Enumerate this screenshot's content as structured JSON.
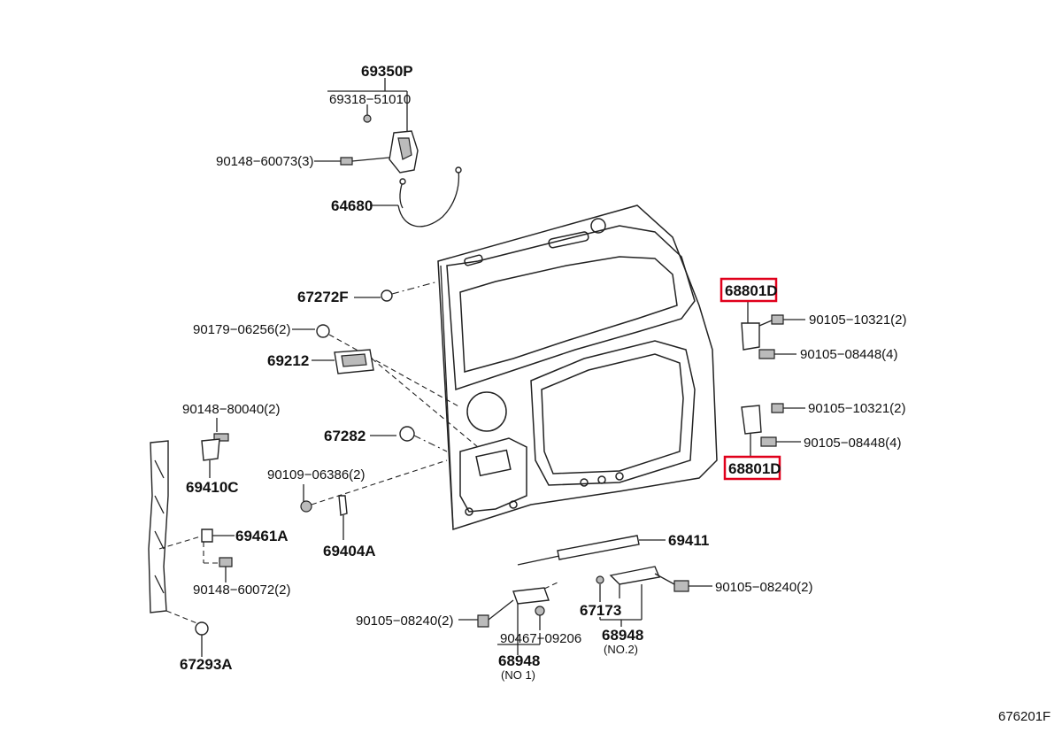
{
  "diagram_code": "676201F",
  "highlight_color": "#e0001b",
  "parts": {
    "p69350P": "69350P",
    "p69318": "69318−51010",
    "p90148_60073": "90148−60073(3)",
    "p64680": "64680",
    "p67272F": "67272F",
    "p90179": "90179−06256(2)",
    "p69212": "69212",
    "p90148_80040": "90148−80040(2)",
    "p67282": "67282",
    "p69410C": "69410C",
    "p90109": "90109−06386(2)",
    "p69461A": "69461A",
    "p69404A": "69404A",
    "p90148_60072": "90148−60072(2)",
    "p67293A": "67293A",
    "p68801D_top": "68801D",
    "p90105_10321_a": "90105−10321(2)",
    "p90105_08448_a": "90105−08448(4)",
    "p90105_10321_b": "90105−10321(2)",
    "p90105_08448_b": "90105−08448(4)",
    "p68801D_bottom": "68801D",
    "p69411": "69411",
    "p90105_08240_r": "90105−08240(2)",
    "p67173": "67173",
    "p68948_no2": "68948",
    "no2": "(NO.2)",
    "p90105_08240_l": "90105−08240(2)",
    "p90467": "90467−09206",
    "p68948_no1": "68948",
    "no1": "(NO 1)"
  }
}
